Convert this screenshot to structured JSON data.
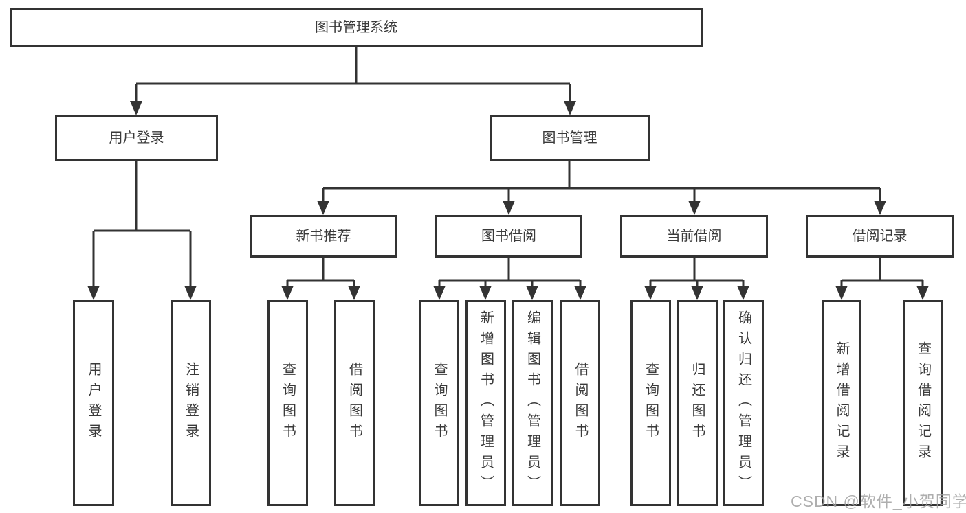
{
  "colors": {
    "line": "#333333",
    "box_border": "#333333",
    "box_background": "#ffffff",
    "text": "#3a3a3a",
    "watermark": "#a0a0a0",
    "page_background": "#ffffff"
  },
  "watermark": {
    "text": "CSDN @软件_小贺同学"
  },
  "tree": {
    "label": "图书管理系统",
    "children": [
      {
        "label": "用户登录",
        "children": [
          {
            "label": "用户登录"
          },
          {
            "label": "注销登录"
          }
        ]
      },
      {
        "label": "图书管理",
        "children": [
          {
            "label": "新书推荐",
            "children": [
              {
                "label": "查询图书"
              },
              {
                "label": "借阅图书"
              }
            ]
          },
          {
            "label": "图书借阅",
            "children": [
              {
                "label": "查询图书"
              },
              {
                "label": "新增图书（管理员）"
              },
              {
                "label": "编辑图书（管理员）"
              },
              {
                "label": "借阅图书"
              }
            ]
          },
          {
            "label": "当前借阅",
            "children": [
              {
                "label": "查询图书"
              },
              {
                "label": "归还图书"
              },
              {
                "label": "确认归还（管理员）"
              }
            ]
          },
          {
            "label": "借阅记录",
            "children": [
              {
                "label": "新增借阅记录"
              },
              {
                "label": "查询借阅记录"
              }
            ]
          }
        ]
      }
    ]
  }
}
